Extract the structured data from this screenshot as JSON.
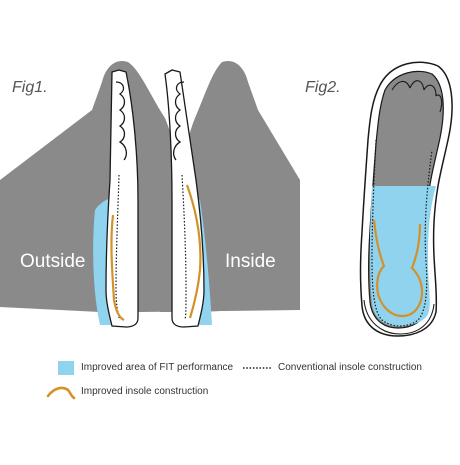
{
  "figures": {
    "fig1_label": "Fig1.",
    "fig2_label": "Fig2.",
    "outside_label": "Outside",
    "inside_label": "Inside"
  },
  "legend": {
    "fit_area": "Improved area of FIT performance",
    "conventional": "Conventional insole construction",
    "improved": "Improved insole construction"
  },
  "colors": {
    "foot_gray": "#8a8a8a",
    "fit_blue": "#8fd3ee",
    "improved_orange": "#d4912a",
    "outline": "#1a1a1a"
  }
}
